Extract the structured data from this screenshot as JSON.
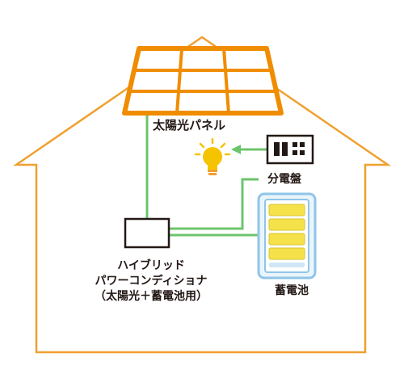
{
  "labels": {
    "solar_panel": "太陽光パネル",
    "distribution_board": "分電盤",
    "storage_battery": "蓄電池",
    "hybrid_line1": "ハイブリッド",
    "hybrid_line2": "パワーコンディショナ",
    "hybrid_line3": "（太陽光＋蓄電池用）"
  },
  "colors": {
    "house_outline": "#f0a030",
    "panel_frame": "#f08c00",
    "panel_fill": "#ffffff",
    "wire": "#6cc46c",
    "battery_frame": "#8fc5e8",
    "battery_fill": "#eaf4fb",
    "battery_cell": "#f5e24a",
    "bulb": "#f5c400",
    "bulb_base": "#f0a030",
    "device_stroke": "#231815"
  },
  "icons": [
    "solar-panel-icon",
    "light-bulb-icon",
    "distribution-board-icon",
    "storage-battery-icon",
    "power-conditioner-icon"
  ]
}
